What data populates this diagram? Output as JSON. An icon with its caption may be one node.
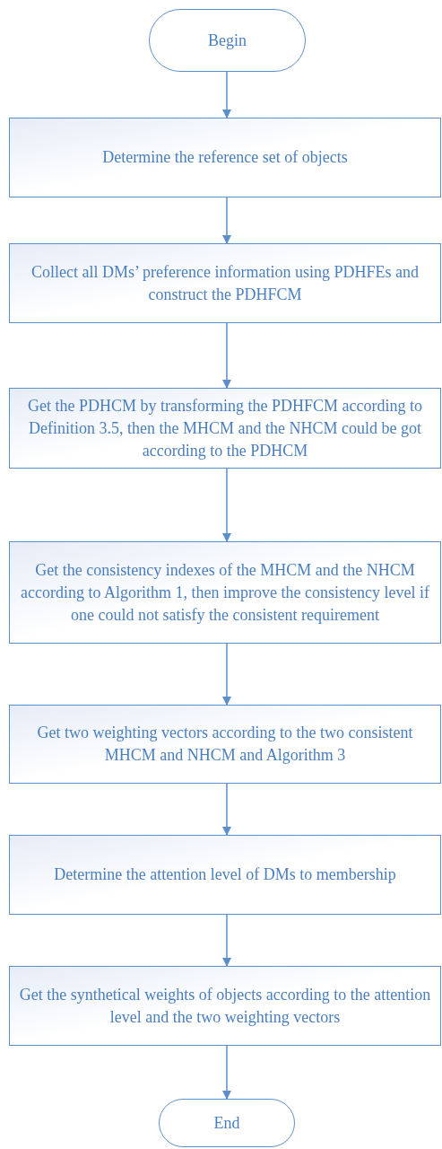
{
  "diagram": {
    "nodes": [
      {
        "text": [
          "Begin"
        ]
      },
      {
        "text": [
          "Determine the reference set of objects"
        ]
      },
      {
        "text": [
          "Collect all DMs’ preference information using PDHFEs and construct the PDHFCM"
        ]
      },
      {
        "text": [
          "Get the PDHCM by transforming the PDHFCM according to Definition 3.5, then the MHCM and the NHCM could be got according to the PDHCM"
        ]
      },
      {
        "text": [
          "Get the consistency indexes of the MHCM and the NHCM according to Algorithm 1, then improve the consistency level if one could not satisfy the consistent requirement"
        ]
      },
      {
        "text": [
          "Get two weighting vectors according to the two consistent MHCM and NHCM and Algorithm 3"
        ]
      },
      {
        "text": [
          "Determine the attention level of DMs to membership"
        ]
      },
      {
        "text": [
          "Get the synthetical weights of objects according to the attention level and the two weighting vectors"
        ]
      },
      {
        "text": [
          "End"
        ]
      }
    ],
    "edges": [
      {
        "from": 0,
        "to": 1,
        "arrow": "to"
      },
      {
        "from": 1,
        "to": 2,
        "arrow": "to"
      },
      {
        "from": 2,
        "to": 3,
        "arrow": "to"
      },
      {
        "from": 3,
        "to": 4,
        "arrow": "to"
      },
      {
        "from": 4,
        "to": 5,
        "arrow": "to"
      },
      {
        "from": 5,
        "to": 6,
        "arrow": "to"
      },
      {
        "from": 6,
        "to": 7,
        "arrow": "to"
      },
      {
        "from": 7,
        "to": 8,
        "arrow": "to"
      }
    ]
  }
}
